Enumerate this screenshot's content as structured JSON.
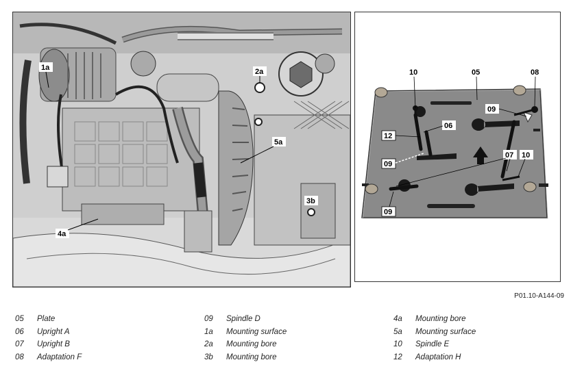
{
  "figure_code": "P01.10-A144-09",
  "left_callouts": [
    {
      "id": "1a",
      "label": "1a"
    },
    {
      "id": "2a",
      "label": "2a"
    },
    {
      "id": "5a",
      "label": "5a"
    },
    {
      "id": "3b",
      "label": "3b"
    },
    {
      "id": "4a",
      "label": "4a"
    }
  ],
  "right_callouts": {
    "c10_top": "10",
    "c05": "05",
    "c08": "08",
    "c09_top": "09",
    "c06": "06",
    "c12": "12",
    "c09_mid": "09",
    "c07": "07",
    "c10_right": "10",
    "c09_bottom": "09"
  },
  "legend": [
    [
      {
        "code": "05",
        "term": "Plate"
      },
      {
        "code": "06",
        "term": "Upright A"
      },
      {
        "code": "07",
        "term": "Upright B"
      },
      {
        "code": "08",
        "term": "Adaptation F"
      }
    ],
    [
      {
        "code": "09",
        "term": "Spindle D"
      },
      {
        "code": "1a",
        "term": "Mounting surface"
      },
      {
        "code": "2a",
        "term": "Mounting bore"
      },
      {
        "code": "3b",
        "term": "Mounting bore"
      }
    ],
    [
      {
        "code": "4a",
        "term": "Mounting bore"
      },
      {
        "code": "5a",
        "term": "Mounting surface"
      },
      {
        "code": "10",
        "term": "Spindle E"
      },
      {
        "code": "12",
        "term": "Adaptation H"
      }
    ]
  ]
}
